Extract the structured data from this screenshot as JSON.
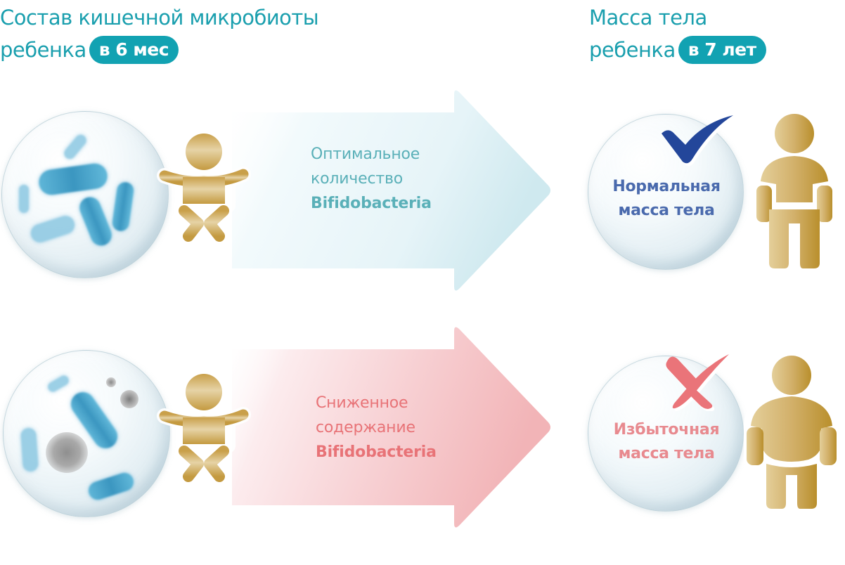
{
  "headings": {
    "left": {
      "line1": "Состав кишечной микробиоты",
      "line2": "ребенка",
      "badge": "в 6 мес"
    },
    "right": {
      "line1": "Масса тела",
      "line2": "ребенка",
      "badge": "в 7 лет"
    }
  },
  "rows": [
    {
      "arrow": {
        "line1": "Оптимальное",
        "line2": "количество",
        "line3": "Bifidobacteria",
        "color": "#5ab0b8",
        "fill_start": "#f4fbfd",
        "fill_end": "#d6eef3"
      },
      "result": {
        "line1": "Нормальная",
        "line2": "масса тела",
        "color": "#4a6aad",
        "mark_icon": "checkmark-icon",
        "mark_color": "#23469a"
      }
    },
    {
      "arrow": {
        "line1": "Сниженное",
        "line2": "содержание",
        "line3": "Bifidobacteria",
        "color": "#e87377",
        "fill_start": "#fdf3f4",
        "fill_end": "#f3b7ba"
      },
      "result": {
        "line1": "Избыточная",
        "line2": "масса тела",
        "color": "#e88a8f",
        "mark_icon": "cross-icon",
        "mark_color": "#ea7479"
      }
    }
  ],
  "colors": {
    "accent_teal": "#12a2b2",
    "figure_gold": "#c9a24c",
    "bacteria_blue": "#4aa3cf"
  }
}
